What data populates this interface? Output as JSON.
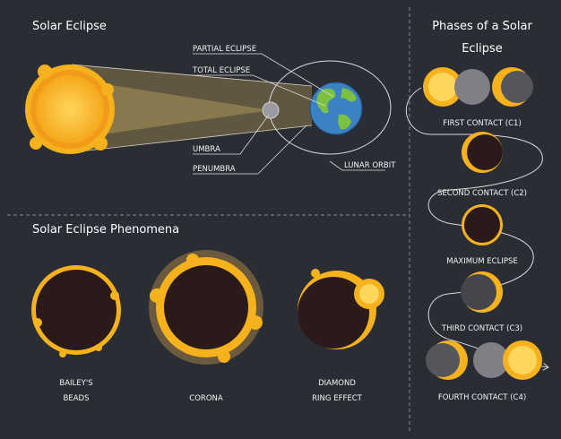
{
  "sections": {
    "solar_eclipse": {
      "title": "Solar Eclipse"
    },
    "phenomena": {
      "title": "Solar Eclipse Phenomena"
    },
    "phases": {
      "title_line1": "Phases of a Solar",
      "title_line2": "Eclipse"
    }
  },
  "diagram_labels": {
    "partial": "PARTIAL ECLIPSE",
    "total": "TOTAL ECLIPSE",
    "umbra": "UMBRA",
    "penumbra": "PENUMBRA",
    "lunar_orbit": "LUNAR ORBIT"
  },
  "phenomena_labels": {
    "baileys_line1": "BAILEY'S",
    "baileys_line2": "BEADS",
    "corona": "CORONA",
    "diamond_line1": "DIAMOND",
    "diamond_line2": "RING EFFECT"
  },
  "phase_labels": {
    "c1": "FIRST CONTACT (C1)",
    "c2": "SECOND  CONTACT (C2)",
    "max": "MAXIMUM ECLIPSE",
    "c3": "THIRD CONTACT (C3)",
    "c4": "FOURTH CONTACT (C4)"
  },
  "colors": {
    "background": "#2b2d35",
    "sun": "#f5b21c",
    "sun_glow": "#ffd65c",
    "moon_dark": "#2a1a1a",
    "moon_gray": "#7f7f85",
    "earth_ocean": "#3a82c4",
    "earth_land": "#7cc142",
    "corona_halo": "#6b5a3d"
  }
}
